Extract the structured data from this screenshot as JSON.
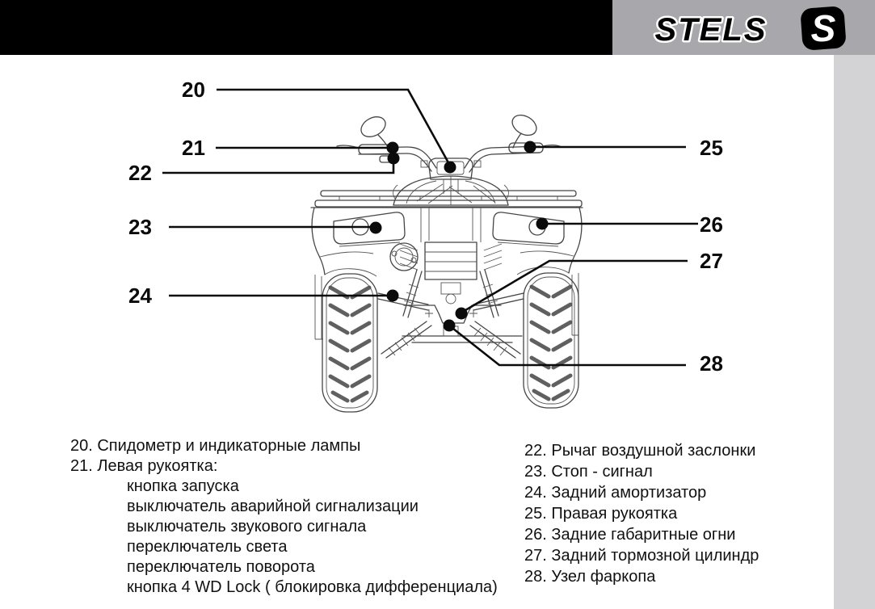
{
  "brand": {
    "logo_text": "STELS",
    "badge_letter": "S"
  },
  "diagram": {
    "callouts": [
      "20",
      "21",
      "22",
      "23",
      "24",
      "25",
      "26",
      "27",
      "28"
    ]
  },
  "legend": {
    "left": [
      "20. Спидометр и индикаторные лампы",
      "21. Левая рукоятка:",
      "кнопка запуска",
      "выключатель аварийной сигнализации",
      "выключатель звукового сигнала",
      "переключатель света",
      "переключатель поворота",
      "кнопка 4 WD Lock ( блокировка дифференциала)"
    ],
    "right": [
      "22. Рычаг воздушной заслонки",
      "23. Стоп - сигнал",
      "24. Задний амортизатор",
      "25. Правая рукоятка",
      "26. Задние габаритные огни",
      "27. Задний тормозной цилиндр",
      "28. Узел фаркопа"
    ]
  },
  "colors": {
    "header_black": "#000000",
    "header_gray": "#a8a8ac",
    "side_strip": "#d3d3d6",
    "line_art": "#454545",
    "callout": "#0b0b0b"
  }
}
